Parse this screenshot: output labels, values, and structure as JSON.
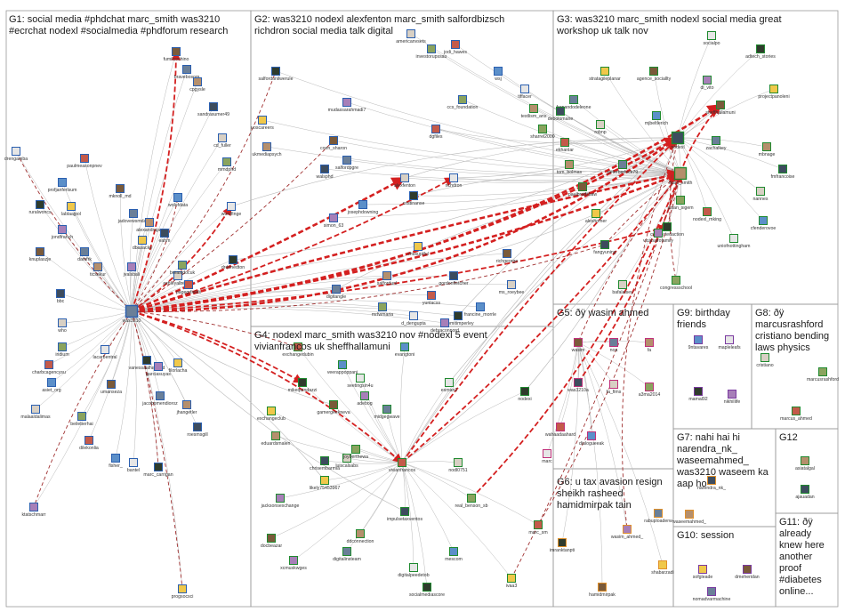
{
  "colors": {
    "edge_gray": "#b9b9b9",
    "edge_red": "#d42020",
    "edge_darkred": "#a03030",
    "panel_border": "#9a9a9a",
    "node_border_blue": "#2a5fb0",
    "node_border_green": "#1f8a2f",
    "node_border_pink": "#c0307a",
    "node_border_orange": "#e0902a",
    "node_border_purple": "#7a3aa0"
  },
  "groups": [
    {
      "id": "g1",
      "title_lines": [
        "G1: social media #phdchat marc_smith was3210",
        "#ecrchat nodexl #socialmedia #phdforum research"
      ]
    },
    {
      "id": "g2",
      "title_lines": [
        "G2: was3210 nodexl alexfenton marc_smith salfordbizsch",
        "richdron social media talk digital"
      ]
    },
    {
      "id": "g3",
      "title_lines": [
        "G3: was3210 marc_smith nodexl social media great",
        "workshop uk talk nov"
      ]
    },
    {
      "id": "g4",
      "title_lines": [
        "G4: nodexl marc_smith was3210 nov #nodexl 5 event",
        "vivianfrancos uk sheffhallamuni"
      ]
    },
    {
      "id": "g5",
      "title_lines": [
        "G5: ðÿ wasim ahmed"
      ]
    },
    {
      "id": "g6",
      "title_lines": [
        "G6: u tax avasion resign",
        "sheikh rasheed",
        "hamidmirpak tain"
      ]
    },
    {
      "id": "g7",
      "title_lines": [
        "G7: nahi hai hi",
        "narendra_nk_",
        "waseemahmed_",
        "was3210 waseem ka",
        "aap ho"
      ]
    },
    {
      "id": "g8",
      "title_lines": [
        "G8: ðÿ",
        "marcusrashford",
        "cristiano bending",
        "laws physics"
      ]
    },
    {
      "id": "g9",
      "title_lines": [
        "G9: birthday",
        "friends"
      ]
    },
    {
      "id": "g10",
      "title_lines": [
        "G10: session"
      ]
    },
    {
      "id": "g11",
      "title_lines": [
        "G11: ðÿ",
        "already",
        "knew here",
        "another",
        "proof",
        "#diabetes",
        "online..."
      ]
    },
    {
      "id": "g12",
      "title_lines": [
        "G12"
      ]
    }
  ],
  "nodes": [
    {
      "label": "was3210",
      "group": "g1",
      "hub": true
    },
    {
      "label": "marc_smith",
      "group": "g3",
      "hub": true
    },
    {
      "label": "nodexl",
      "group": "g3",
      "hub": true
    },
    {
      "label": "ashleyalbertmi",
      "group": "g1"
    },
    {
      "label": "breastdocuk",
      "group": "g1"
    },
    {
      "label": "pagegrfields",
      "group": "g1"
    },
    {
      "label": "wolofdata",
      "group": "g1"
    },
    {
      "label": "wordfinge",
      "group": "g1"
    },
    {
      "label": "drdonedton",
      "group": "g1"
    },
    {
      "label": "jvalsbali",
      "group": "g1"
    },
    {
      "label": "dbasacke",
      "group": "g1"
    },
    {
      "label": "fumilcochino",
      "group": "g1"
    },
    {
      "label": "bravebosom",
      "group": "g1"
    },
    {
      "label": "cpgysle",
      "group": "g1"
    },
    {
      "label": "sandrasumer49",
      "group": "g1"
    },
    {
      "label": "cd_fuller",
      "group": "g1"
    },
    {
      "label": "mmdphd",
      "group": "g1"
    },
    {
      "label": "paulmeasonpnev",
      "group": "g1"
    },
    {
      "label": "profjanferlsum",
      "group": "g1"
    },
    {
      "label": "drengamba",
      "group": "g1"
    },
    {
      "label": "ruralwoncs",
      "group": "g1"
    },
    {
      "label": "jondfranch",
      "group": "g1"
    },
    {
      "label": "lablaajpol",
      "group": "g1"
    },
    {
      "label": "knuplaszje",
      "group": "g1"
    },
    {
      "label": "damfrk",
      "group": "g1"
    },
    {
      "label": "ticsakur",
      "group": "g1"
    },
    {
      "label": "bbc",
      "group": "g1"
    },
    {
      "label": "who",
      "group": "g1"
    },
    {
      "label": "iridium",
      "group": "g1"
    },
    {
      "label": "charbcagencysu",
      "group": "g1"
    },
    {
      "label": "asiet_org",
      "group": "g1"
    },
    {
      "label": "lacarbentral",
      "group": "g1"
    },
    {
      "label": "vanessaalhaddad",
      "group": "g1"
    },
    {
      "label": "garciasuyas",
      "group": "g1"
    },
    {
      "label": "filorlacha",
      "group": "g1"
    },
    {
      "label": "umanseza",
      "group": "g1"
    },
    {
      "label": "jacobomendioroz",
      "group": "g1"
    },
    {
      "label": "jhangetler",
      "group": "g1"
    },
    {
      "label": "roesmsgill",
      "group": "g1"
    },
    {
      "label": "malaaldalimas",
      "group": "g1"
    },
    {
      "label": "beileberhai",
      "group": "g1"
    },
    {
      "label": "dilekonlia",
      "group": "g1"
    },
    {
      "label": "fisher_",
      "group": "g1"
    },
    {
      "label": "bantel",
      "group": "g1"
    },
    {
      "label": "marc_carrigan",
      "group": "g1"
    },
    {
      "label": "ktatschmarr",
      "group": "g1"
    },
    {
      "label": "progsocsci",
      "group": "g1"
    },
    {
      "label": "mknoll_md",
      "group": "g1"
    },
    {
      "label": "jadovewsmdan",
      "group": "g1"
    },
    {
      "label": "alexandrajas",
      "group": "g1"
    },
    {
      "label": "eahm",
      "group": "g1"
    },
    {
      "label": "americanvsets",
      "group": "g2"
    },
    {
      "label": "investorupssau",
      "group": "g2"
    },
    {
      "label": "jodi_hawes",
      "group": "g2"
    },
    {
      "label": "wsj",
      "group": "g2"
    },
    {
      "label": "tiffacer",
      "group": "g2"
    },
    {
      "label": "salfordunilwerule",
      "group": "g2"
    },
    {
      "label": "mudassarahmadi7",
      "group": "g2"
    },
    {
      "label": "uoscareers",
      "group": "g2"
    },
    {
      "label": "coen_sharon",
      "group": "g2"
    },
    {
      "label": "salfordpgre",
      "group": "g2"
    },
    {
      "label": "ukmediapsych",
      "group": "g2"
    },
    {
      "label": "walsphd",
      "group": "g2"
    },
    {
      "label": "alexfenton",
      "group": "g2"
    },
    {
      "label": "ccs_foundation",
      "group": "g2"
    },
    {
      "label": "dgfiles",
      "group": "g2"
    },
    {
      "label": "josephdowning",
      "group": "g2"
    },
    {
      "label": "richdron",
      "group": "g2"
    },
    {
      "label": "cristinanse",
      "group": "g2"
    },
    {
      "label": "simon_63",
      "group": "g2"
    },
    {
      "label": "shusuptful",
      "group": "g2"
    },
    {
      "label": "richgeorge",
      "group": "g2"
    },
    {
      "label": "digitangle",
      "group": "g2"
    },
    {
      "label": "salfordunl",
      "group": "g2"
    },
    {
      "label": "gordonfletcher",
      "group": "g2"
    },
    {
      "label": "ms_roeybee",
      "group": "g2"
    },
    {
      "label": "mrfwmaria",
      "group": "g2"
    },
    {
      "label": "yunlacss",
      "group": "g2"
    },
    {
      "label": "francine_morrle",
      "group": "g2"
    },
    {
      "label": "d_dengupta",
      "group": "g2"
    },
    {
      "label": "naomitimperley",
      "group": "g2"
    },
    {
      "label": "debraconnord",
      "group": "g2"
    },
    {
      "label": "stratagileplanar",
      "group": "g3"
    },
    {
      "label": "agence_sociallty",
      "group": "g3"
    },
    {
      "label": "fernandodeleone",
      "group": "g3"
    },
    {
      "label": "testlism_ans",
      "group": "g3"
    },
    {
      "label": "debolomane",
      "group": "g3"
    },
    {
      "label": "robnp",
      "group": "g3"
    },
    {
      "label": "sharrel2000",
      "group": "g3"
    },
    {
      "label": "ekhanlar",
      "group": "g3"
    },
    {
      "label": "mjbeltlerich",
      "group": "g3"
    },
    {
      "label": "socialpo",
      "group": "g3"
    },
    {
      "label": "adtech_stories",
      "group": "g3"
    },
    {
      "label": "di_vito",
      "group": "g3"
    },
    {
      "label": "projectpanoleni",
      "group": "g3"
    },
    {
      "label": "sheffhallamuni",
      "group": "g3"
    },
    {
      "label": "zachalkey",
      "group": "g3"
    },
    {
      "label": "mbnage",
      "group": "g3"
    },
    {
      "label": "fmfrancoise",
      "group": "g3"
    },
    {
      "label": "nannes",
      "group": "g3"
    },
    {
      "label": "asian_sigem",
      "group": "g3"
    },
    {
      "label": "nodexl_mking",
      "group": "g3"
    },
    {
      "label": "cfenderovoe",
      "group": "g3"
    },
    {
      "label": "uniofnottingham",
      "group": "g3"
    },
    {
      "label": "connectedaction",
      "group": "g3"
    },
    {
      "label": "vicalsarofamily",
      "group": "g3"
    },
    {
      "label": "alexhomer",
      "group": "g3"
    },
    {
      "label": "paulbradshaw",
      "group": "g3"
    },
    {
      "label": "peterberlock79",
      "group": "g3"
    },
    {
      "label": "tom_bolmas",
      "group": "g3"
    },
    {
      "label": "fangyuning",
      "group": "g3"
    },
    {
      "label": "bafalaisey",
      "group": "g3"
    },
    {
      "label": "congressschool",
      "group": "g3"
    },
    {
      "label": "exchangedubin",
      "group": "g4"
    },
    {
      "label": "veerappoppanj",
      "group": "g4"
    },
    {
      "label": "seetingsin4u",
      "group": "g4"
    },
    {
      "label": "mikequindazzi",
      "group": "g4"
    },
    {
      "label": "adebog",
      "group": "g4"
    },
    {
      "label": "exchangeclub",
      "group": "g4"
    },
    {
      "label": "gamergeekneva",
      "group": "g4"
    },
    {
      "label": "midgegwave",
      "group": "g4"
    },
    {
      "label": "eduardsmalen",
      "group": "g4"
    },
    {
      "label": "chrisembarmia",
      "group": "g4"
    },
    {
      "label": "luiscalsabs",
      "group": "g4"
    },
    {
      "label": "joyberthewa",
      "group": "g4"
    },
    {
      "label": "vivianfrancos",
      "group": "g4"
    },
    {
      "label": "evangtoni",
      "group": "g4"
    },
    {
      "label": "esman2",
      "group": "g4"
    },
    {
      "label": "nodexi",
      "group": "g4"
    },
    {
      "label": "jacksonsexchange",
      "group": "g4"
    },
    {
      "label": "likely75453967",
      "group": "g4"
    },
    {
      "label": "docbeazar",
      "group": "g4"
    },
    {
      "label": "digitalinsteam",
      "group": "g4"
    },
    {
      "label": "ddconnection",
      "group": "g4"
    },
    {
      "label": "impulsetaxventos",
      "group": "g4"
    },
    {
      "label": "nodl0751",
      "group": "g4"
    },
    {
      "label": "real_benson_sb",
      "group": "g4"
    },
    {
      "label": "marc_sm",
      "group": "g4"
    },
    {
      "label": "mescom",
      "group": "g4"
    },
    {
      "label": "digitalpeedetob",
      "group": "g4"
    },
    {
      "label": "socialmediascore",
      "group": "g4"
    },
    {
      "label": "xcmuskwges",
      "group": "g4"
    },
    {
      "label": "ivaa3",
      "group": "g4"
    },
    {
      "label": "wasim",
      "group": "g5"
    },
    {
      "label": "noa",
      "group": "g5"
    },
    {
      "label": "fa",
      "group": "g5"
    },
    {
      "label": "was3210a",
      "group": "g5"
    },
    {
      "label": "fa_fims",
      "group": "g5"
    },
    {
      "label": "a3ma2014",
      "group": "g5"
    },
    {
      "label": "wahaadaahard",
      "group": "g5"
    },
    {
      "label": "dialogueeak",
      "group": "g5"
    },
    {
      "label": "marc",
      "group": "g5"
    },
    {
      "label": "imranktanpti",
      "group": "g6"
    },
    {
      "label": "wasim_ahmed_",
      "group": "g6"
    },
    {
      "label": "shabarzadi",
      "group": "g6"
    },
    {
      "label": "hamidmirpak",
      "group": "g6"
    },
    {
      "label": "rabuploaderw",
      "group": "g7"
    },
    {
      "label": "waseemahmed_",
      "group": "g7"
    },
    {
      "label": "narendra_nk_",
      "group": "g7"
    },
    {
      "label": "cristiano",
      "group": "g8"
    },
    {
      "label": "marcusrashford",
      "group": "g8"
    },
    {
      "label": "marcus_ahmed",
      "group": "g8"
    },
    {
      "label": "9ntavares",
      "group": "g9"
    },
    {
      "label": "mapleleafs",
      "group": "g9"
    },
    {
      "label": "mamal92",
      "group": "g9"
    },
    {
      "label": "nikhillife",
      "group": "g9"
    },
    {
      "label": "sofgleade",
      "group": "g10"
    },
    {
      "label": "dmeheridan",
      "group": "g10"
    },
    {
      "label": "nomadvarmachine",
      "group": "g10"
    },
    {
      "label": "asiatalgal",
      "group": "g12"
    },
    {
      "label": "ajauadan",
      "group": "g12"
    }
  ]
}
